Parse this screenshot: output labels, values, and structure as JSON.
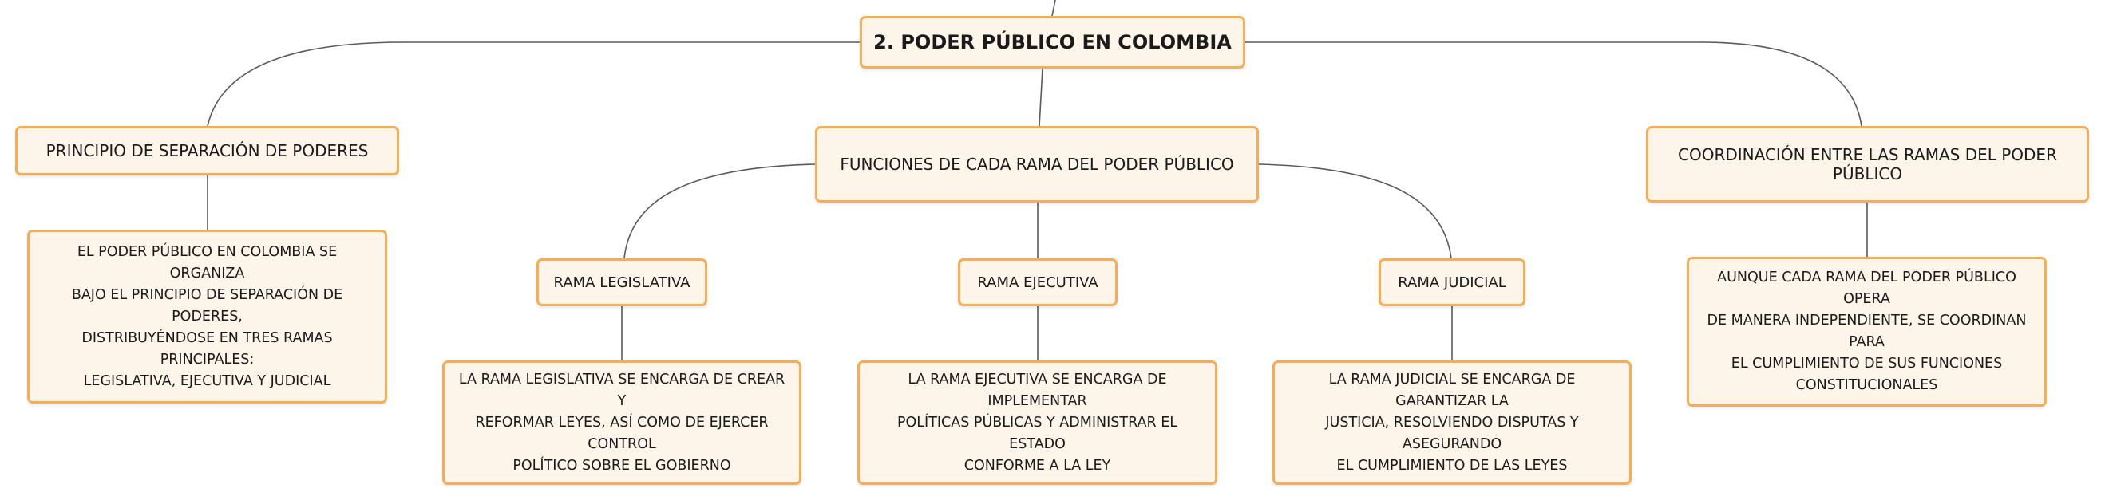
{
  "root": {
    "label": "2. PODER PÚBLICO EN COLOMBIA"
  },
  "branches": {
    "separacion": {
      "label": "PRINCIPIO DE SEPARACIÓN DE PODERES",
      "detail": [
        "EL PODER PÚBLICO EN COLOMBIA SE ORGANIZA",
        "BAJO EL PRINCIPIO DE SEPARACIÓN DE PODERES,",
        "DISTRIBUYÉNDOSE EN TRES RAMAS PRINCIPALES:",
        "LEGISLATIVA, EJECUTIVA Y JUDICIAL"
      ]
    },
    "funciones": {
      "label": "FUNCIONES DE CADA RAMA DEL PODER PÚBLICO",
      "legislativa": {
        "label": "RAMA LEGISLATIVA",
        "detail": [
          "LA RAMA LEGISLATIVA SE ENCARGA DE CREAR Y",
          "REFORMAR LEYES, ASÍ COMO DE EJERCER CONTROL",
          "POLÍTICO SOBRE EL GOBIERNO"
        ]
      },
      "ejecutiva": {
        "label": "RAMA EJECUTIVA",
        "detail": [
          "LA RAMA EJECUTIVA SE ENCARGA DE IMPLEMENTAR",
          "POLÍTICAS PÚBLICAS Y ADMINISTRAR EL ESTADO",
          "CONFORME A LA LEY"
        ]
      },
      "judicial": {
        "label": "RAMA JUDICIAL",
        "detail": [
          "LA RAMA JUDICIAL SE ENCARGA DE GARANTIZAR LA",
          "JUSTICIA, RESOLVIENDO DISPUTAS Y ASEGURANDO",
          "EL CUMPLIMIENTO DE LAS LEYES"
        ]
      }
    },
    "coordinacion": {
      "label": "COORDINACIÓN ENTRE LAS RAMAS DEL PODER PÚBLICO",
      "detail": [
        "AUNQUE CADA RAMA DEL PODER PÚBLICO OPERA",
        "DE MANERA INDEPENDIENTE, SE COORDINAN PARA",
        "EL CUMPLIMIENTO DE SUS FUNCIONES",
        "CONSTITUCIONALES"
      ]
    }
  },
  "colors": {
    "node_fill": "#fdf4ea",
    "node_border": "#f5ae56",
    "connector": "#5a5a5a",
    "text": "#1a1a1a"
  }
}
